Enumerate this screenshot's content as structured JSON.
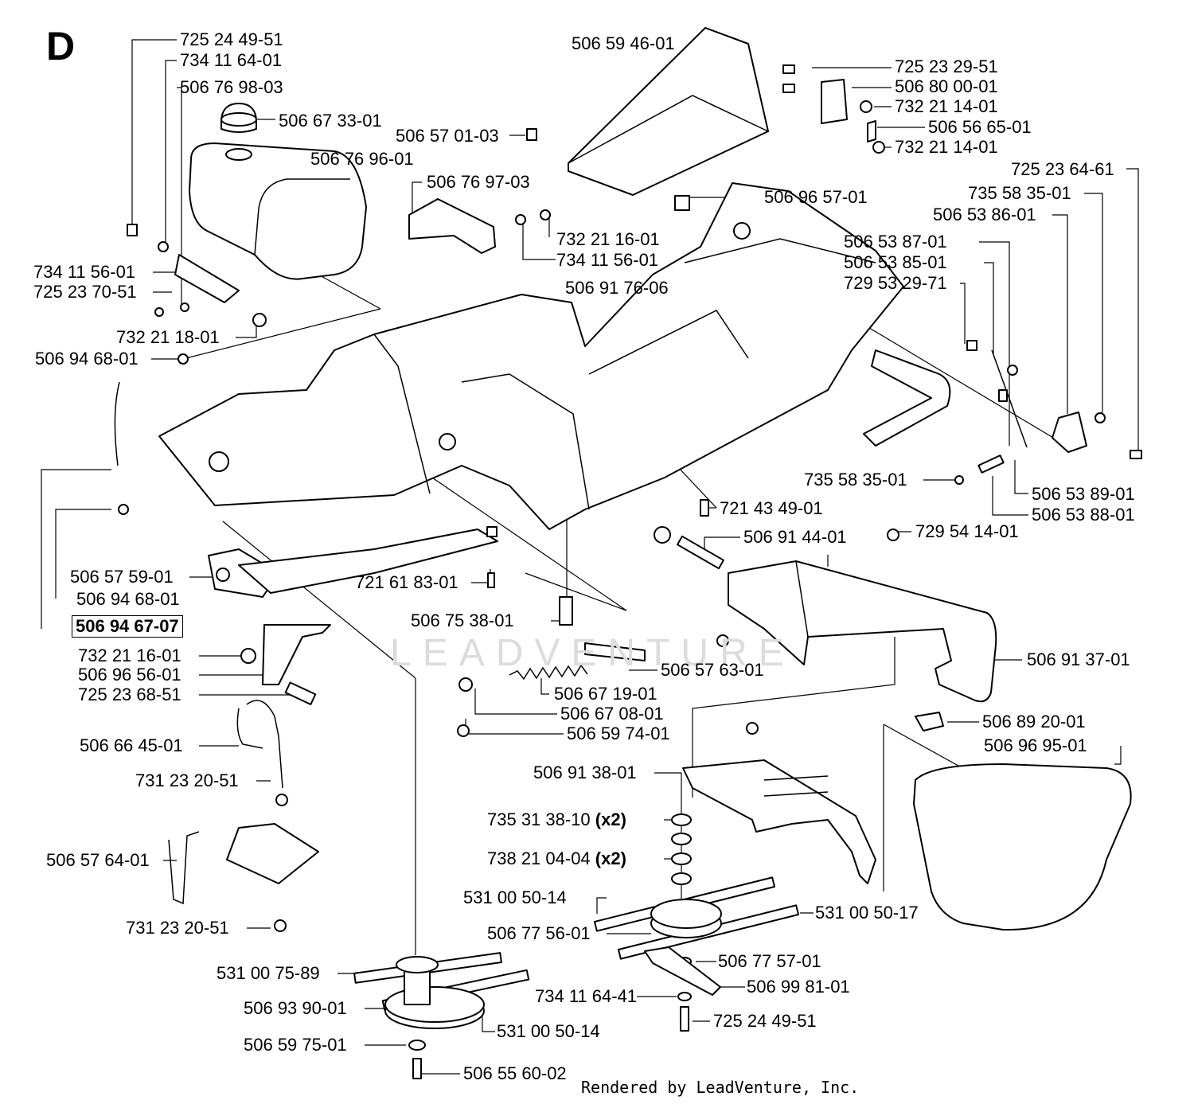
{
  "diagram": {
    "section_letter": "D",
    "watermark": "LEADVENTURE",
    "credit": "Rendered by LeadVenture, Inc.",
    "callouts": [
      {
        "text": "725 24 49-51"
      },
      {
        "text": "734 11 64-01"
      },
      {
        "text": "506 76 98-03"
      },
      {
        "text": "506 67 33-01"
      },
      {
        "text": "506 76 96-01"
      },
      {
        "text": "506 76 97-03"
      },
      {
        "text": "732 21 16-01"
      },
      {
        "text": "734 11 56-01"
      },
      {
        "text": "734 11 56-01"
      },
      {
        "text": "725 23 70-51"
      },
      {
        "text": "732 21 18-01"
      },
      {
        "text": "506 94 68-01"
      },
      {
        "text": "506 59 46-01"
      },
      {
        "text": "506 57 01-03"
      },
      {
        "text": "725 23 29-51"
      },
      {
        "text": "506 80 00-01"
      },
      {
        "text": "732 21 14-01"
      },
      {
        "text": "506 56 65-01"
      },
      {
        "text": "732 21 14-01"
      },
      {
        "text": "725 23 64-61"
      },
      {
        "text": "735 58 35-01"
      },
      {
        "text": "506 53 86-01"
      },
      {
        "text": "506 96 57-01"
      },
      {
        "text": "506 91 76-06"
      },
      {
        "text": "506 53 87-01"
      },
      {
        "text": "506 53 85-01"
      },
      {
        "text": "729 53 29-71"
      },
      {
        "text": "735 58 35-01"
      },
      {
        "text": "506 53 89-01"
      },
      {
        "text": "506 53 88-01"
      },
      {
        "text": "721 43 49-01"
      },
      {
        "text": "729 54 14-01"
      },
      {
        "text": "506 91 44-01"
      },
      {
        "text": "506 57 59-01"
      },
      {
        "text": "506 94 68-01"
      },
      {
        "text": "506 94 67-07"
      },
      {
        "text": "721 61 83-01"
      },
      {
        "text": "506 75 38-01"
      },
      {
        "text": "732 21 16-01"
      },
      {
        "text": "506 96 56-01"
      },
      {
        "text": "725 23 68-51"
      },
      {
        "text": "506 57 63-01"
      },
      {
        "text": "506 91 37-01"
      },
      {
        "text": "506 67 19-01"
      },
      {
        "text": "506 67 08-01"
      },
      {
        "text": "506 59 74-01"
      },
      {
        "text": "506 66 45-01"
      },
      {
        "text": "506 89 20-01"
      },
      {
        "text": "506 96 95-01"
      },
      {
        "text": "506 91 38-01"
      },
      {
        "text": "731 23 20-51"
      },
      {
        "text": "735 31 38-10",
        "multiplier": "(x2)"
      },
      {
        "text": "506 57 64-01"
      },
      {
        "text": "738 21 04-04",
        "multiplier": "(x2)"
      },
      {
        "text": "531 00 50-14"
      },
      {
        "text": "531 00 50-17"
      },
      {
        "text": "731 23 20-51"
      },
      {
        "text": "506 77 56-01"
      },
      {
        "text": "506 77 57-01"
      },
      {
        "text": "531 00 75-89"
      },
      {
        "text": "734 11 64-41"
      },
      {
        "text": "506 99 81-01"
      },
      {
        "text": "506 93 90-01"
      },
      {
        "text": "725 24 49-51"
      },
      {
        "text": "531 00 50-14"
      },
      {
        "text": "506 59 75-01"
      },
      {
        "text": "506 55 60-02"
      }
    ]
  }
}
